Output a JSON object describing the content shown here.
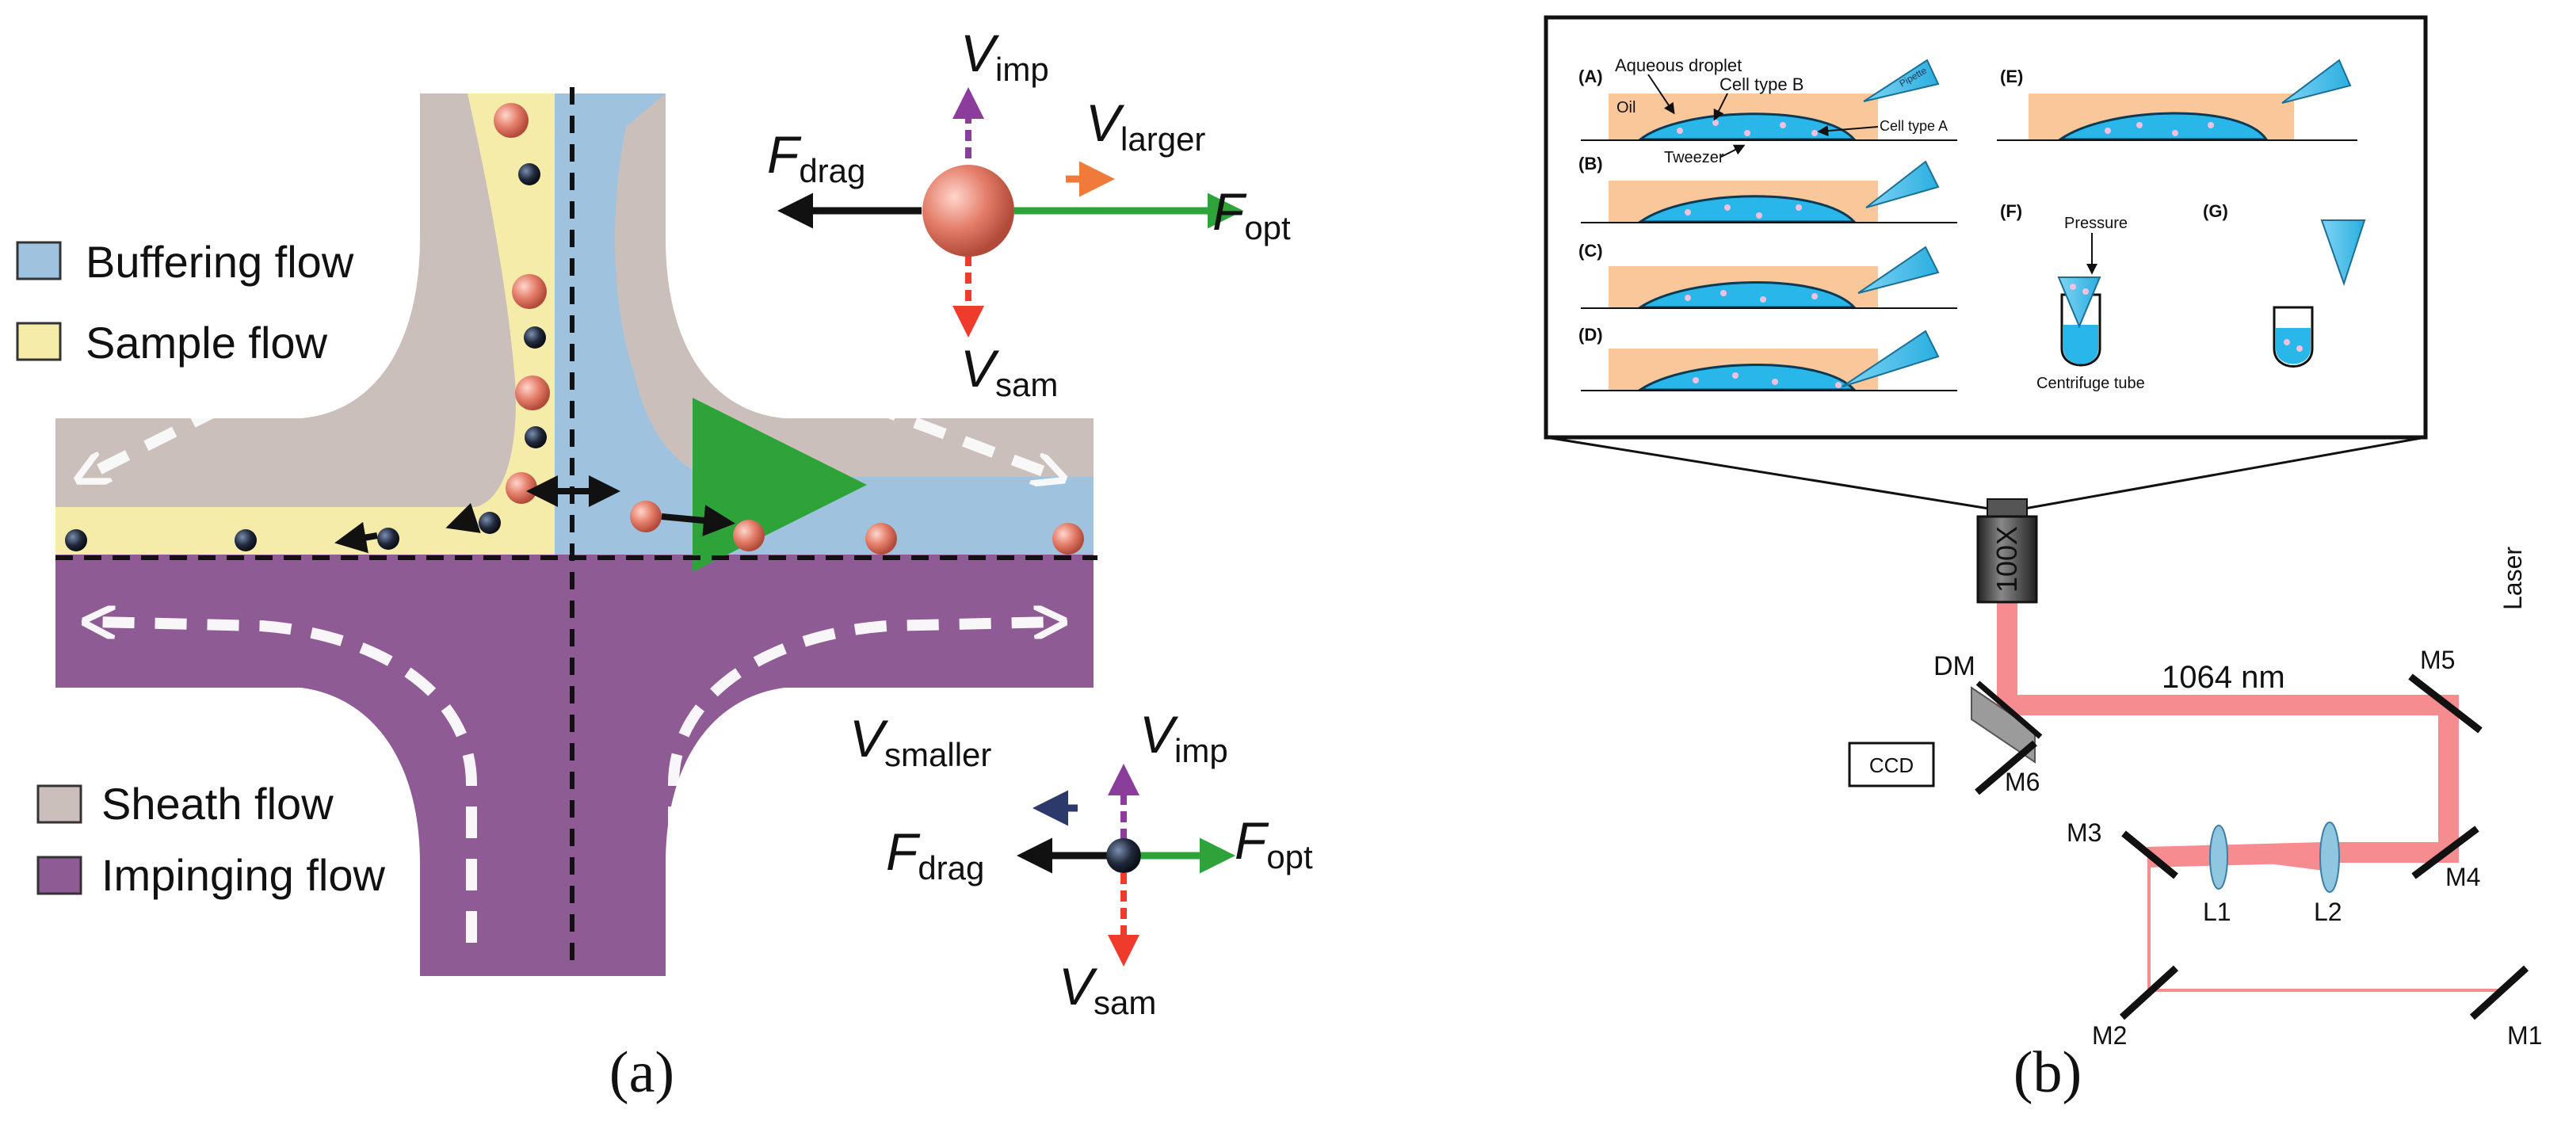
{
  "panel_a": {
    "caption": "(a)",
    "legend": {
      "buffering": "Buffering flow",
      "sample": "Sample flow",
      "sheath": "Sheath flow",
      "impinging": "Impinging flow"
    },
    "force_large": {
      "v_imp": "V",
      "v_imp_sub": "imp",
      "v_larger": "V",
      "v_larger_sub": "larger",
      "f_drag": "F",
      "f_drag_sub": "drag",
      "f_opt": "F",
      "f_opt_sub": "opt",
      "v_sam": "V",
      "v_sam_sub": "sam"
    },
    "force_small": {
      "v_smaller": "V",
      "v_smaller_sub": "smaller",
      "v_imp": "V",
      "v_imp_sub": "imp",
      "f_drag": "F",
      "f_drag_sub": "drag",
      "f_opt": "F",
      "f_opt_sub": "opt",
      "v_sam": "V",
      "v_sam_sub": "sam"
    },
    "colors": {
      "sheath": "#cbbfbb",
      "impinging": "#8e5b95",
      "buffering": "#9fc3df",
      "sample": "#f6ecaa",
      "laser": "#3fbf3c",
      "large_particle": "#e37c68",
      "small_particle": "#20283a"
    }
  },
  "panel_b": {
    "caption": "(b)",
    "inset": {
      "A": "(A)",
      "B": "(B)",
      "C": "(C)",
      "D": "(D)",
      "E": "(E)",
      "F": "(F)",
      "G": "(G)",
      "aqueous_droplet": "Aqueous droplet",
      "cell_type_b": "Cell type B",
      "cell_type_a": "Cell type A",
      "oil": "Oil",
      "tweezer": "Tweezer",
      "pipette": "Pipette",
      "pressure": "Pressure",
      "centrifuge_tube": "Centrifuge tube"
    },
    "objective": "100X",
    "wavelength": "1064 nm",
    "laser": "Laser",
    "ccd": "CCD",
    "components": {
      "dm": "DM",
      "m1": "M1",
      "m2": "M2",
      "m3": "M3",
      "m4": "M4",
      "m5": "M5",
      "m6": "M6",
      "l1": "L1",
      "l2": "L2"
    },
    "colors": {
      "beam": "#f78c90",
      "droplet": "#29b6e8",
      "oil": "#f9c79a"
    }
  }
}
